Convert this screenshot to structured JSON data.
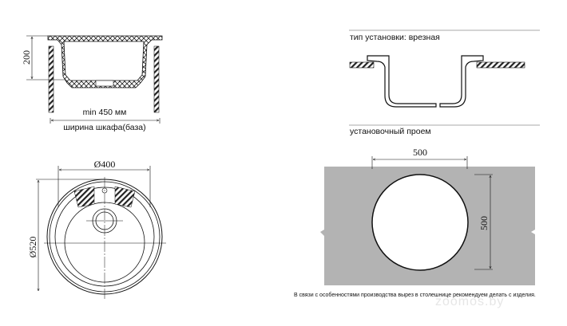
{
  "side_view": {
    "height_dim": "200",
    "min_width": "min 450 мм",
    "cabinet_width_label": "ширина шкафа(база)"
  },
  "top_view": {
    "bowl_diameter": "Ø400",
    "outer_diameter": "Ø520"
  },
  "install_type": {
    "label": "тип установки: врезная"
  },
  "cutout": {
    "label": "установочный проем",
    "width_dim": "500",
    "height_dim": "500",
    "fill_color": "#b3b3b3"
  },
  "note": "В связи с особенностями производства вырез в столешнице рекомендуем делать с изделия.",
  "watermark": "zoomos.by"
}
